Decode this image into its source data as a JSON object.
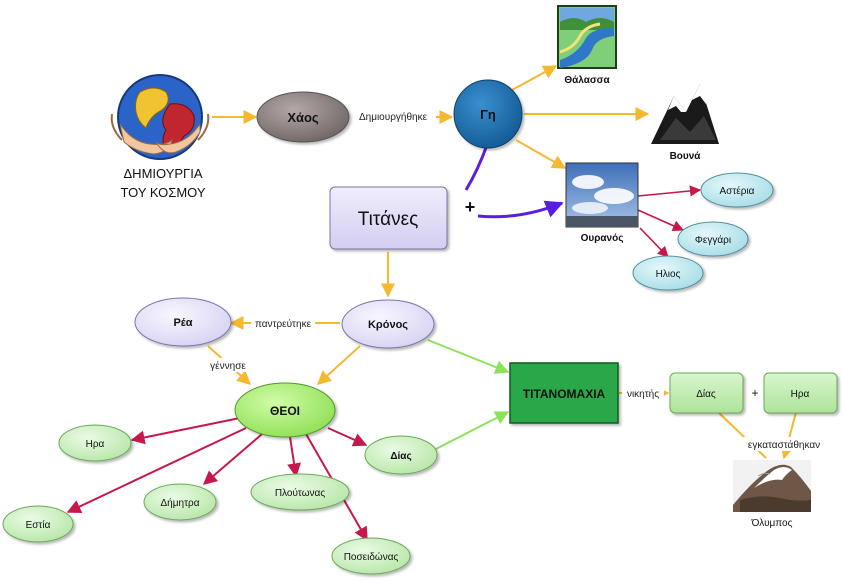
{
  "title": {
    "line1": "ΔΗΜΙΟΥΡΓΙΑ",
    "line2": "ΤΟΥ ΚΟΣΜΟΥ"
  },
  "nodes": {
    "chaos": "Χάος",
    "gi": "Γη",
    "thalassa": "Θάλασσα",
    "vouna": "Βουνά",
    "ouranos": "Ουρανός",
    "asteria": "Αστέρια",
    "feggari": "Φεγγάρι",
    "ilios": "Ηλιος",
    "titanes": "Τιτάνες",
    "kronos": "Κρόνος",
    "rea": "Ρέα",
    "theoi": "ΘΕΟΙ",
    "titanomaxia": "ΤΙΤΑΝΟΜΑΧΙΑ",
    "dias_right": "Δίας",
    "ira_right": "Ηρα",
    "olympos": "Όλυμπος",
    "ira": "Ηρα",
    "estia": "Εστία",
    "dimitra": "Δήμητρα",
    "ploutonas": "Πλούτωνας",
    "poseidonas": "Ποσειδώνας",
    "dias": "Δίας"
  },
  "links": {
    "dimiourgithike": "Δημιουργήθηκε",
    "plus_ouranos": "+",
    "pantreftike": "παντρεύτηκε",
    "gennise": "γέννησε",
    "nikitis": "νικητής",
    "plus_gods": "+",
    "egkatastathikan": "εγκαταστάθηκαν"
  },
  "colors": {
    "orange_arrow": "#f5b82e",
    "red_arrow": "#c8174a",
    "green_arrow": "#8ce25a",
    "purple_arrow": "#5a1ee0",
    "chaos_fill": "#8a7f7f",
    "gi_fill": "#1b6fb0",
    "lilac_fill": "#e6e2f8",
    "cyan_fill": "#bfe8ef",
    "green_fill": "#c9f0bc",
    "theoi_fill": "#aef07a",
    "titanomaxia_fill": "#2aa84a"
  },
  "icons": [
    "globe-hands-icon",
    "sea-landscape-icon",
    "mountain-icon",
    "sky-clouds-icon",
    "olympus-mountain-icon"
  ]
}
